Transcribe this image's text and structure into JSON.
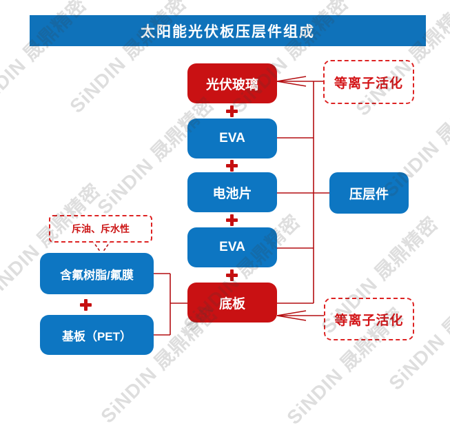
{
  "title": "太阳能光伏板压层件组成",
  "watermark": {
    "text": "SiNDIN 晟鼎精密"
  },
  "colors": {
    "title_bar_blue": "#0f72ba",
    "box_blue": "#0d76c2",
    "box_red": "#c91113",
    "connector_red": "#b30d10",
    "dashed_border_red": "#dd2222",
    "watermark_gray": "#d9d9d9"
  },
  "icons": {
    "plus": "+"
  },
  "stack": {
    "layers": [
      {
        "label": "光伏玻璃",
        "color": "red"
      },
      {
        "label": "EVA",
        "color": "blue"
      },
      {
        "label": "电池片",
        "color": "blue"
      },
      {
        "label": "EVA",
        "color": "blue"
      },
      {
        "label": "底板",
        "color": "red"
      }
    ]
  },
  "left_branch": {
    "callout": "斥油、斥水性",
    "top_box": "含氟树脂/氟膜",
    "bottom_box": "基板（PET）"
  },
  "right_side": {
    "laminate": "压层件",
    "plasma_top": "等离子活化",
    "plasma_bottom": "等离子活化"
  }
}
